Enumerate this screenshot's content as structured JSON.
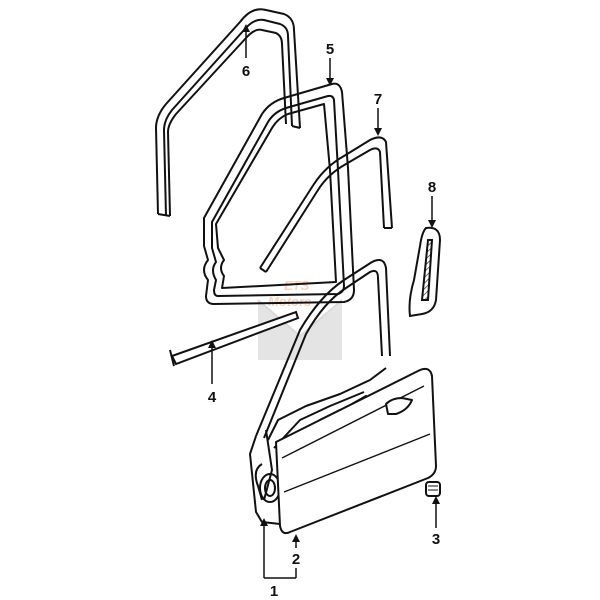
{
  "colors": {
    "line": "#111111",
    "background": "#ffffff",
    "watermark": "#f3b08a"
  },
  "watermark": {
    "line1": "ETS",
    "line2": "Motors"
  },
  "callouts": [
    {
      "id": "1",
      "label": "1"
    },
    {
      "id": "2",
      "label": "2"
    },
    {
      "id": "3",
      "label": "3"
    },
    {
      "id": "4",
      "label": "4"
    },
    {
      "id": "5",
      "label": "5"
    },
    {
      "id": "6",
      "label": "6"
    },
    {
      "id": "7",
      "label": "7"
    },
    {
      "id": "8",
      "label": "8"
    }
  ]
}
